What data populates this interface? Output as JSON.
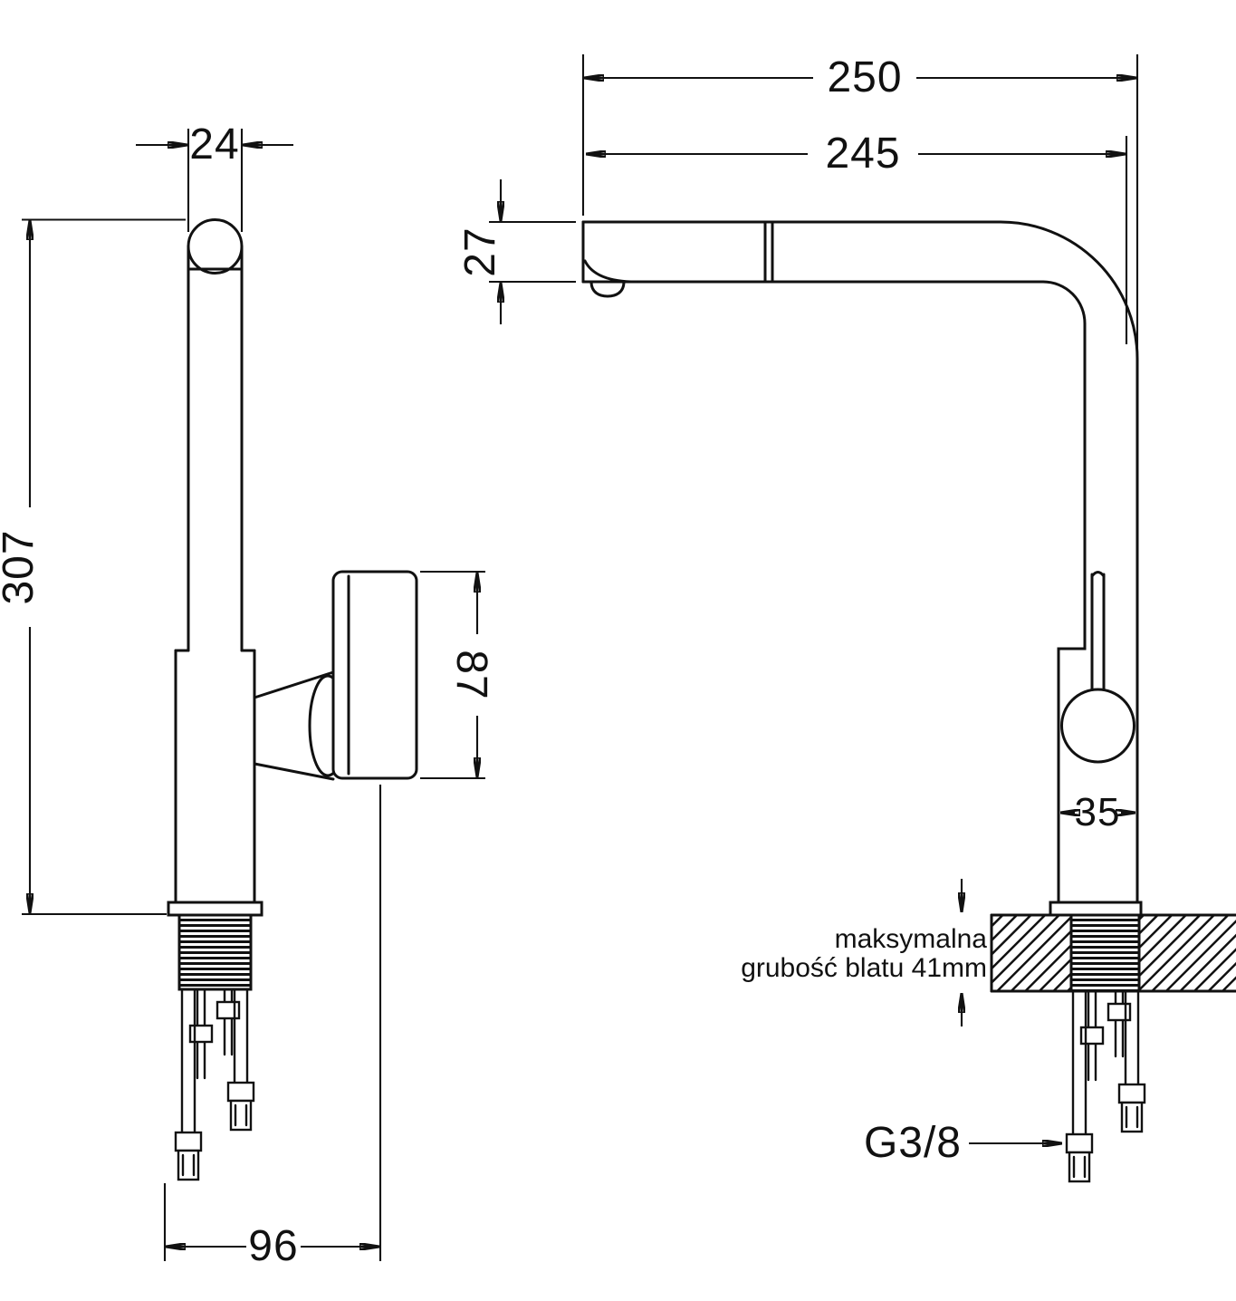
{
  "drawing": {
    "kind": "faucet-technical-drawing",
    "colors": {
      "line": "#111111",
      "background": "#ffffff"
    },
    "side": {
      "dim_pipe_width": "24",
      "dim_height": "307",
      "dim_handle": "87",
      "dim_depth": "96"
    },
    "front": {
      "dim_reach_total": "250",
      "dim_reach": "245",
      "dim_spout_h": "27",
      "dim_body_w": "35",
      "note1": "maksymalna",
      "note2": "grubość blatu 41mm",
      "thread": "G3/8"
    }
  }
}
